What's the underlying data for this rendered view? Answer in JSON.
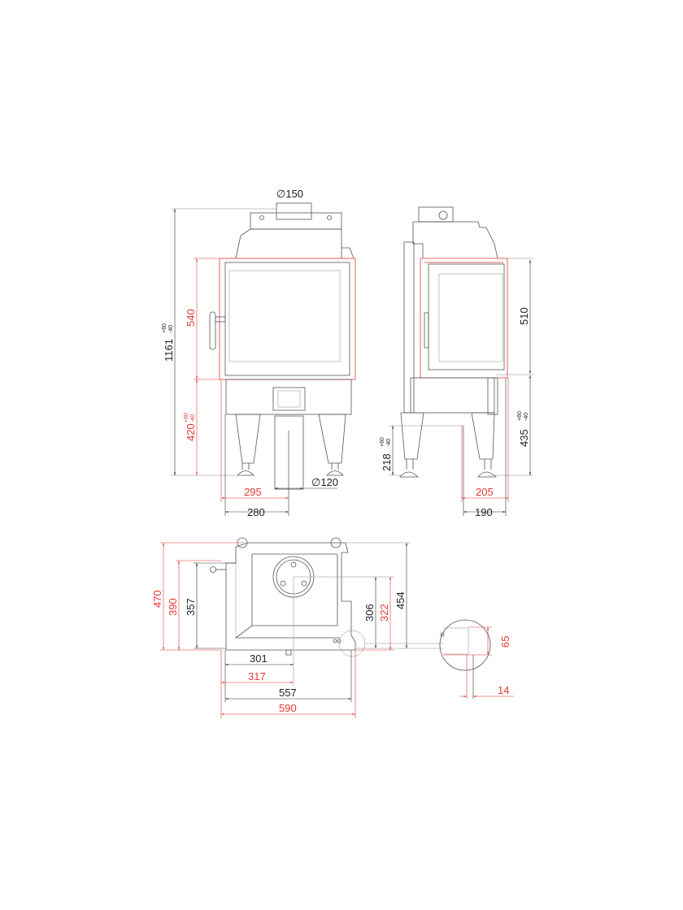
{
  "front_view": {
    "height_total": "1161",
    "height_total_tol_plus": "+60",
    "height_total_tol_minus": "-40",
    "glass_height": "540",
    "base_height": "420",
    "base_height_tol_plus": "+60",
    "base_height_tol_minus": "-40",
    "flue_top_diameter": "150",
    "air_inlet_diameter": "120",
    "air_inlet_offset_red": "295",
    "air_inlet_offset_black": "280"
  },
  "side_view": {
    "glass_height": "510",
    "base_height": "435",
    "base_height_tol_plus": "+60",
    "base_height_tol_minus": "-40",
    "inlet_height": "218",
    "inlet_height_tol_plus": "+60",
    "inlet_height_tol_minus": "-40",
    "inlet_offset_red": "205",
    "inlet_offset_black": "190"
  },
  "top_view": {
    "depth_total_red": "470",
    "depth_red": "390",
    "depth_black": "357",
    "depth_total_black": "454",
    "flue_depth_red": "322",
    "flue_depth_black": "306",
    "flue_x_black": "301",
    "flue_x_red": "317",
    "width_black": "557",
    "width_red": "590"
  },
  "detail": {
    "frame_height": "65",
    "frame_offset": "14"
  },
  "colors": {
    "red": "#e53935",
    "line": "#555555"
  }
}
